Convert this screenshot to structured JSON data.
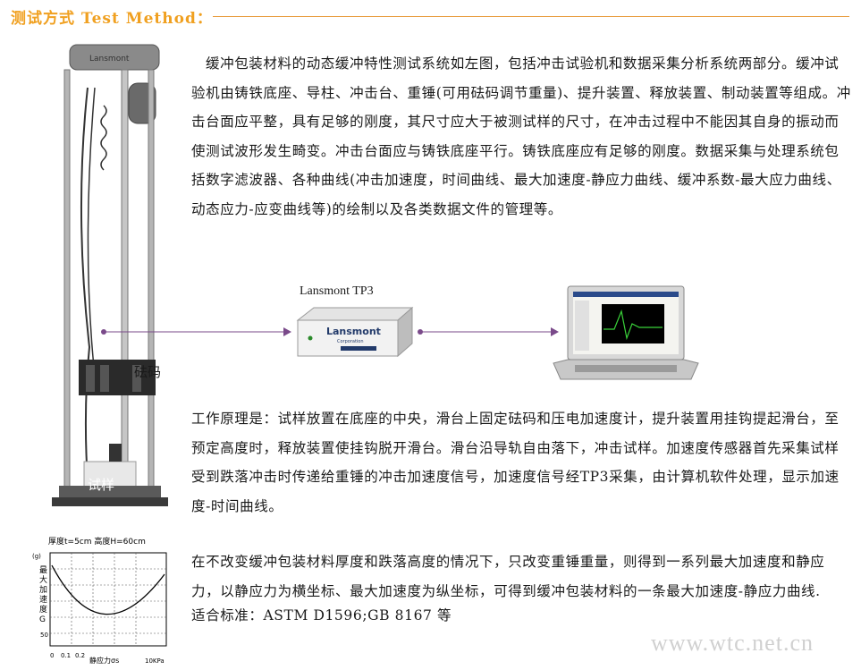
{
  "header": {
    "title": "测试方式 Test Method："
  },
  "para1": {
    "text": "缓冲包装材料的动态缓冲特性测试系统如左图，包括冲击试验机和数据采集分析系统两部分。缓冲试验机由铸铁底座、导柱、冲击台、重锤(可用砝码调节重量)、提升装置、释放装置、制动装置等组成。冲击台面应平整，具有足够的刚度，其尺寸应大于被测试样的尺寸，在冲击过程中不能因其自身的振动而使测试波形发生畸变。冲击台面应与铸铁底座平行。铸铁底座应有足够的刚度。数据采集与处理系统包括数字滤波器、各种曲线(冲击加速度，时间曲线、最大加速度-静应力曲线、缓冲系数-最大应力曲线、动态应力-应变曲线等)的绘制以及各类数据文件的管理等。"
  },
  "para2": {
    "text": "工作原理是：试样放置在底座的中央，滑台上固定砝码和压电加速度计，提升装置用挂钩提起滑台，至预定高度时，释放装置使挂钩脱开滑台。滑台沿导轨自由落下，冲击试样。加速度传感器首先采集试样受到跌落冲击时传递给重锤的冲击加速度信号，加速度信号经TP3采集，由计算机软件处理，显示加速度-时间曲线。"
  },
  "para3": {
    "line1": "在不改变缓冲包装材料厚度和跌落高度的情况下，只改变重锤重量，则得到一系列最大加速度和静应力，以静应力为横坐标、最大加速度为纵坐标，可得到缓冲包装材料的一条最大加速度-静应力曲线.",
    "line2": "适合标准：ASTM D1596;GB 8167 等"
  },
  "labels": {
    "weight": "砝码",
    "sample": "试样",
    "tp3": "Lansmont  TP3",
    "device_brand": "Lansmont",
    "device_sub": "Corporation",
    "machine_brand": "Lansmont"
  },
  "mini_chart": {
    "title": "厚度t=5cm  高度H=60cm",
    "ylabel": "最大加速度G",
    "ytick_unit": "(g)",
    "ytick_50": "50",
    "xticks": [
      "0",
      "0.1",
      "0.2"
    ],
    "xlabel": "静应力σs",
    "xmax_label": "10KPa"
  },
  "watermark": "www.wtc.net.cn",
  "colors": {
    "title": "#f0a020",
    "rule": "#e89a3a",
    "arrow": "#7a4a8a"
  }
}
